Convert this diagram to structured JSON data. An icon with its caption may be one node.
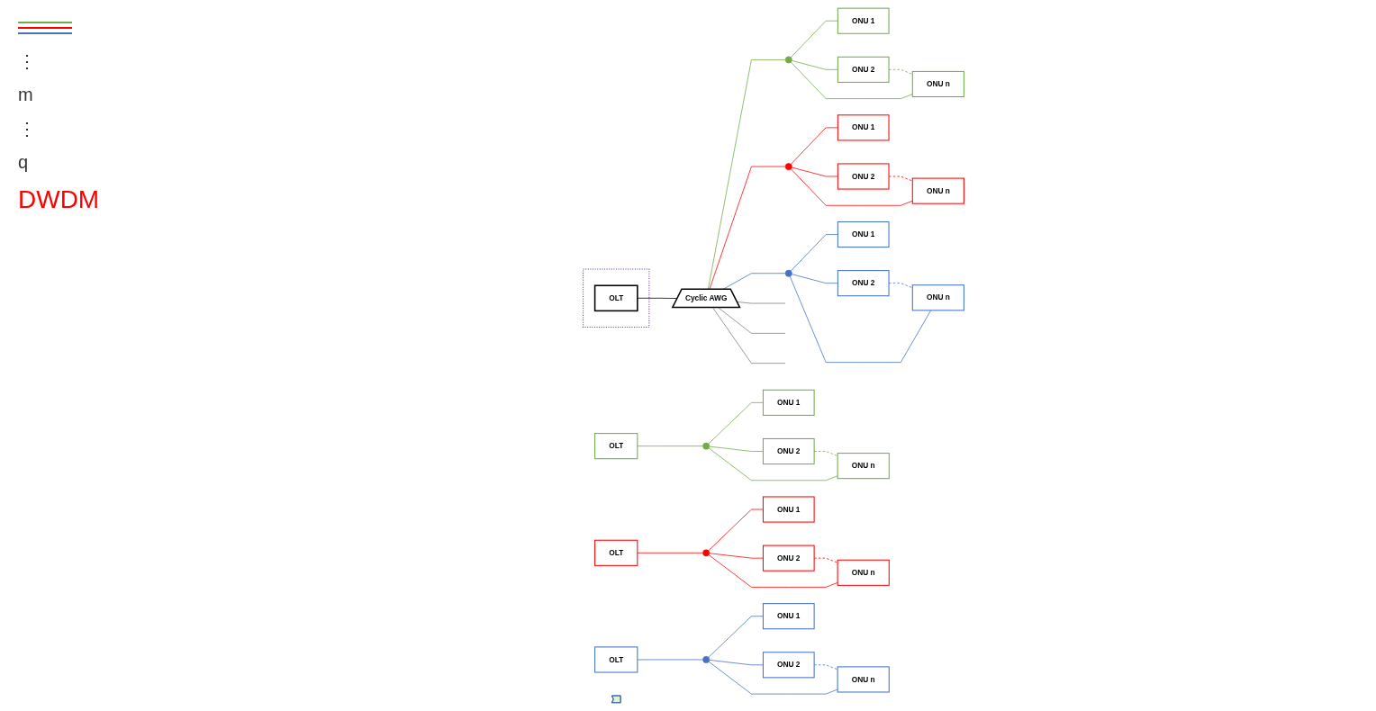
{
  "diagram": {
    "nodes": [
      {
        "text": [
          "OLT"
        ]
      },
      {
        "text": [],
        "shape": "circle"
      },
      {
        "text": [
          "ONU 1"
        ]
      },
      {
        "text": [
          "ONU 2"
        ]
      },
      {
        "text": [
          "ONU n"
        ]
      },
      {
        "text": [
          "OLT"
        ]
      },
      {
        "text": [],
        "shape": "circle"
      },
      {
        "text": [
          "ONU 1"
        ]
      },
      {
        "text": [
          "ONU 2"
        ]
      },
      {
        "text": [
          "ONU n"
        ]
      },
      {
        "text": [
          "OLT"
        ]
      },
      {
        "text": [],
        "shape": "circle"
      },
      {
        "text": [
          "ONU 1"
        ]
      },
      {
        "text": [
          "ONU 2"
        ]
      },
      {
        "text": [
          "ONU n"
        ]
      },
      {
        "text": [],
        "shape": "arrow"
      },
      {
        "text": [],
        "shape": "box"
      },
      {
        "text": [
          "OLT"
        ],
        "in": 16
      },
      {
        "text": [
          "Cyclic AWG"
        ]
      },
      {
        "text": [],
        "shape": "circle"
      },
      {
        "text": [
          "ONU 1"
        ]
      },
      {
        "text": [
          "ONU 2"
        ]
      },
      {
        "text": [
          "ONU n"
        ]
      },
      {
        "text": [],
        "shape": "circle"
      },
      {
        "text": [
          "ONU 1"
        ]
      },
      {
        "text": [
          "ONU 2"
        ]
      },
      {
        "text": [
          "ONU n"
        ]
      },
      {
        "text": [],
        "shape": "circle"
      },
      {
        "text": [
          "ONU 1"
        ]
      },
      {
        "text": [
          "ONU 2"
        ]
      },
      {
        "text": [
          "ONU n"
        ]
      }
    ],
    "edges": [
      {
        "from": 0,
        "to": 1,
        "arrow": "none",
        "color": "#70ad47"
      },
      {
        "from": 1,
        "to": 2,
        "arrow": "none",
        "color": "#70ad47"
      },
      {
        "from": 1,
        "to": 3,
        "arrow": "none",
        "color": "#70ad47"
      },
      {
        "from": 1,
        "to": 4,
        "arrow": "none",
        "color": "#70ad47"
      },
      {
        "from": 3,
        "to": 4,
        "arrow": "none",
        "style": "dashed",
        "color": "#70ad47"
      },
      {
        "from": 5,
        "to": 6,
        "arrow": "none",
        "color": "#ff0000"
      },
      {
        "from": 6,
        "to": 7,
        "arrow": "none",
        "color": "#ff0000"
      },
      {
        "from": 6,
        "to": 8,
        "arrow": "none",
        "color": "#ff0000"
      },
      {
        "from": 6,
        "to": 9,
        "arrow": "none",
        "color": "#ff0000"
      },
      {
        "from": 8,
        "to": 9,
        "arrow": "none",
        "style": "dashed",
        "color": "#ff0000"
      },
      {
        "from": 10,
        "to": 11,
        "arrow": "none",
        "color": "#4472c4"
      },
      {
        "from": 11,
        "to": 12,
        "arrow": "none",
        "color": "#4472c4"
      },
      {
        "from": 11,
        "to": 13,
        "arrow": "none",
        "color": "#4472c4"
      },
      {
        "from": 11,
        "to": 14,
        "arrow": "none",
        "color": "#4472c4"
      },
      {
        "from": 13,
        "to": 14,
        "arrow": "none",
        "style": "dashed",
        "color": "#4472c4"
      },
      {
        "from": 17,
        "to": 18,
        "arrow": "none",
        "color": "#000000"
      },
      {
        "from": 18,
        "to": 19,
        "arrow": "none",
        "color": "#70ad47"
      },
      {
        "from": 19,
        "to": 20,
        "arrow": "none",
        "color": "#70ad47"
      },
      {
        "from": 19,
        "to": 21,
        "arrow": "none",
        "color": "#70ad47"
      },
      {
        "from": 19,
        "to": 22,
        "arrow": "none",
        "color": "#70ad47"
      },
      {
        "from": 21,
        "to": 22,
        "arrow": "none",
        "style": "dashed",
        "color": "#70ad47"
      },
      {
        "from": 18,
        "to": 23,
        "arrow": "none",
        "color": "#ff0000"
      },
      {
        "from": 23,
        "to": 24,
        "arrow": "none",
        "color": "#ff0000"
      },
      {
        "from": 23,
        "to": 25,
        "arrow": "none",
        "color": "#ff0000"
      },
      {
        "from": 23,
        "to": 26,
        "arrow": "none",
        "color": "#ff0000"
      },
      {
        "from": 25,
        "to": 26,
        "arrow": "none",
        "style": "dashed",
        "color": "#ff0000"
      },
      {
        "from": 18,
        "to": 27,
        "arrow": "none",
        "color": "#4472c4"
      },
      {
        "from": 27,
        "to": 28,
        "arrow": "none",
        "color": "#4472c4"
      },
      {
        "from": 27,
        "to": 29,
        "arrow": "none",
        "color": "#4472c4"
      },
      {
        "from": 27,
        "to": 30,
        "arrow": "none",
        "color": "#4472c4"
      },
      {
        "from": 29,
        "to": 30,
        "arrow": "none",
        "style": "dashed",
        "color": "#4472c4"
      },
      {
        "from": 18,
        "to": null,
        "arrow": "none",
        "color": "#808080"
      },
      {
        "from": 18,
        "to": null,
        "arrow": "none",
        "color": "#808080"
      },
      {
        "from": 18,
        "to": null,
        "arrow": "none",
        "color": "#808080"
      }
    ],
    "labels": [
      "⋮",
      "m",
      "⋮",
      "q",
      "DWDM"
    ]
  }
}
